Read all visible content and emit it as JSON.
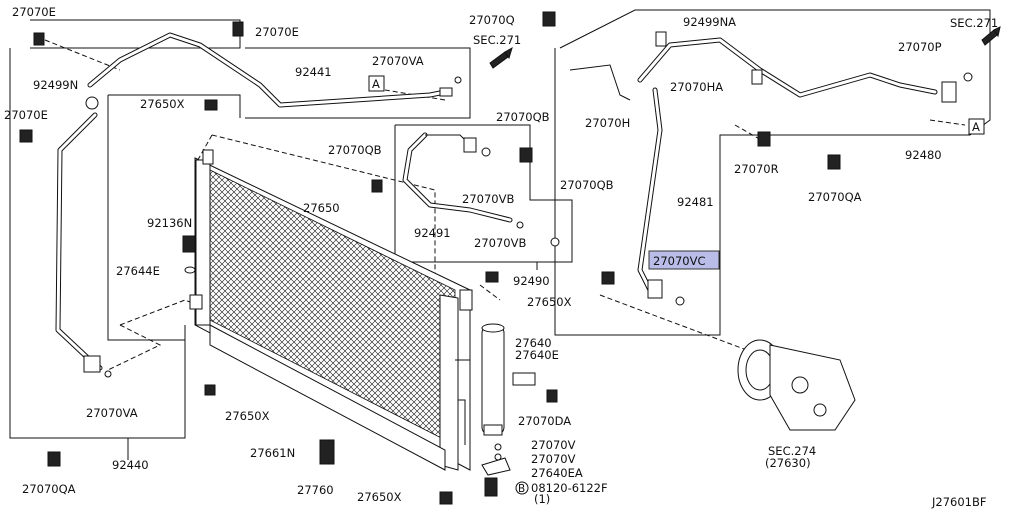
{
  "diagram_id": "J27601BF",
  "highlighted_part": "27070VC",
  "highlight_color": "#b9bde8",
  "references": {
    "sec271_a": "SEC.271",
    "sec271_b": "SEC.271",
    "sec274": "SEC.274",
    "sec274_sub": "(27630)",
    "marker_a1": "A",
    "marker_a2": "A",
    "bolt_code": "08120-6122F",
    "bolt_qty": "(1)",
    "bolt_circle": "B"
  },
  "labels": {
    "l27070E_1": "27070E",
    "l27070E_2": "27070E",
    "l27070E_3": "27070E",
    "l92499N": "92499N",
    "l92441": "92441",
    "l27070VA_1": "27070VA",
    "l27070VA_2": "27070VA",
    "l27650X_1": "27650X",
    "l27650X_2": "27650X",
    "l27650X_3": "27650X",
    "l27650X_4": "27650X",
    "l27070QB_1": "27070QB",
    "l27070QB_2": "27070QB",
    "l27070QB_3": "27070QB",
    "l27650": "27650",
    "l92136N": "92136N",
    "l27644E": "27644E",
    "l27070VB_1": "27070VB",
    "l27070VB_2": "27070VB",
    "l92491": "92491",
    "l92490": "92490",
    "l27070Q": "27070Q",
    "l92499NA": "92499NA",
    "l27070P": "27070P",
    "l27070HA": "27070HA",
    "l27070H": "27070H",
    "l92480": "92480",
    "l27070R": "27070R",
    "l27070QA_1": "27070QA",
    "l27070QA_2": "27070QA",
    "l92481": "92481",
    "l27070VC": "27070VC",
    "l27640": "27640",
    "l27640E": "27640E",
    "l27070DA": "27070DA",
    "l27070V_1": "27070V",
    "l27070V_2": "27070V",
    "l27640EA": "27640EA",
    "l27661N": "27661N",
    "l27760": "27760",
    "l92440": "92440"
  }
}
